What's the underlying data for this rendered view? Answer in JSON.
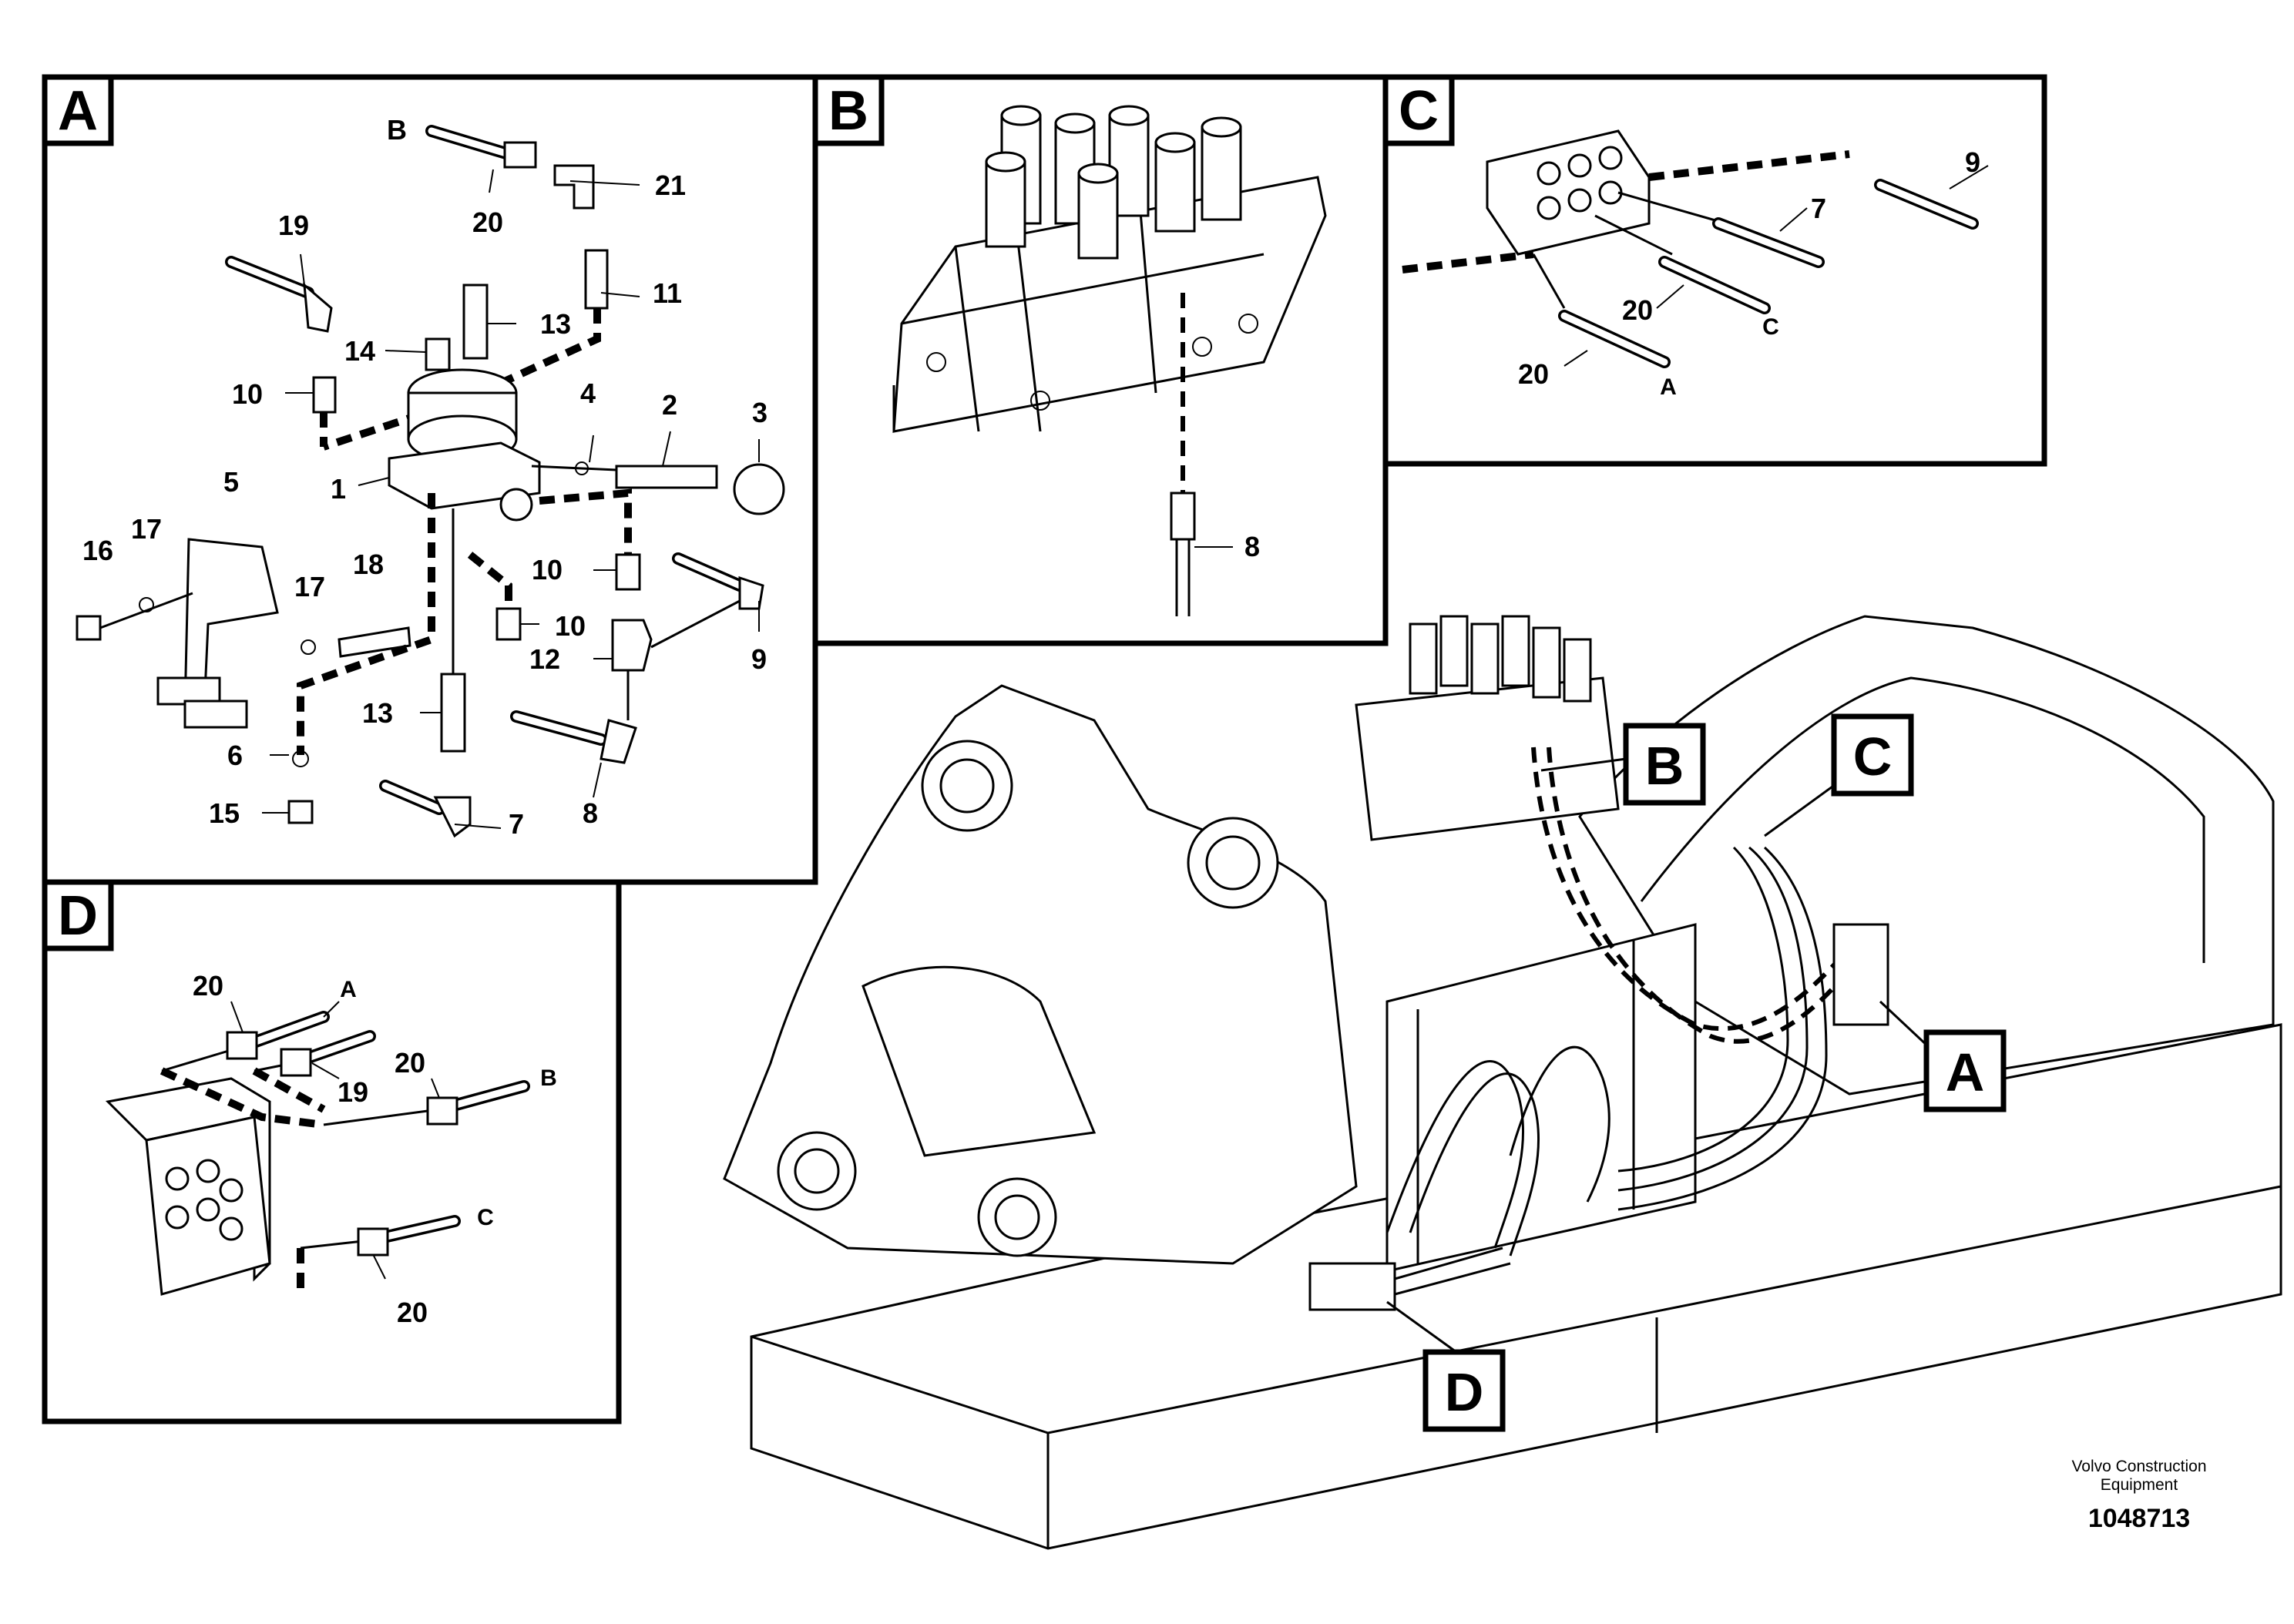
{
  "panels": {
    "a": {
      "letter": "A"
    },
    "b": {
      "letter": "B"
    },
    "c": {
      "letter": "C"
    },
    "d": {
      "letter": "D"
    }
  },
  "callouts": {
    "a": [
      "B",
      "21",
      "20",
      "19",
      "11",
      "13",
      "14",
      "10",
      "4",
      "2",
      "3",
      "1",
      "5",
      "16",
      "17",
      "17",
      "18",
      "10",
      "10",
      "12",
      "9",
      "13",
      "6",
      "15",
      "8",
      "7"
    ],
    "b": [
      "8"
    ],
    "c": [
      "9",
      "7",
      "20",
      "C",
      "20",
      "A"
    ],
    "d": [
      "20",
      "A",
      "20",
      "19",
      "B",
      "C",
      "20"
    ]
  },
  "overview_labels": [
    "B",
    "C",
    "A",
    "D"
  ],
  "footer": {
    "company_line1": "Volvo Construction",
    "company_line2": "Equipment",
    "doc_number": "1048713"
  }
}
